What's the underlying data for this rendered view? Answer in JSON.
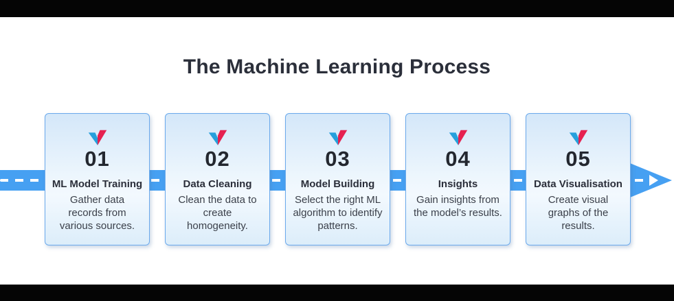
{
  "title": "The Machine Learning Process",
  "steps": [
    {
      "number": "01",
      "title": "ML Model Training",
      "description": "Gather data records from various sources."
    },
    {
      "number": "02",
      "title": "Data Cleaning",
      "description": "Clean the data to create homogeneity."
    },
    {
      "number": "03",
      "title": "Model Building",
      "description": "Select the right ML algorithm to identify patterns."
    },
    {
      "number": "04",
      "title": "Insights",
      "description": "Gain insights from the model’s results."
    },
    {
      "number": "05",
      "title": "Data Visualisation",
      "description": "Create visual graphs of the results."
    }
  ],
  "icons": {
    "step_logo": "chevron-logo-icon",
    "flow_arrow": "flow-arrow-icon"
  },
  "colors": {
    "arrow_band": "#46a0f2",
    "dash": "#ffffff",
    "card_border": "#6aa9ec",
    "card_gradient_top": "#d4e7f9",
    "card_gradient_bottom": "#dcedfa",
    "logo_blue": "#27a0dc",
    "logo_red": "#e62150",
    "heading_text": "#2b2f3a",
    "body_text": "#3a3f49",
    "edge_bar": "#050505"
  }
}
